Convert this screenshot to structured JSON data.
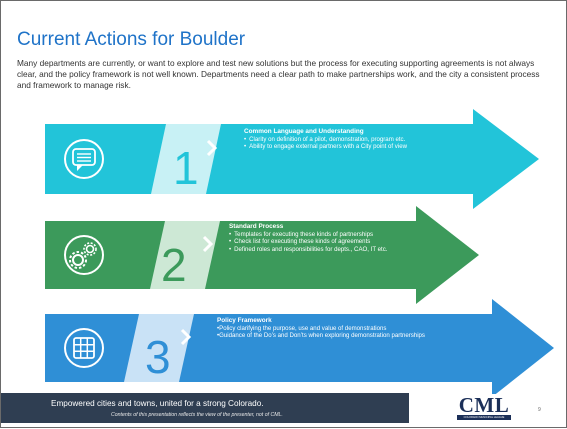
{
  "slide": {
    "title": "Current Actions for Boulder",
    "intro": "Many departments are currently, or want to explore and test new solutions but the process for executing supporting agreements is not always clear, and the policy framework is not well known. Departments need a clear path to make partnerships work, and the city a consistent process and framework to manage risk."
  },
  "rows": [
    {
      "number": "1",
      "icon": "chat-bubble-icon",
      "title": "Common Language and Understanding",
      "items": [
        "Clarity on definition of a pilot, demonstration, program etc.",
        "Ability to engage external partners with a City point of view"
      ],
      "color": "#22c4d9"
    },
    {
      "number": "2",
      "icon": "gears-icon",
      "title": "Standard Process",
      "items": [
        "Templates for executing these kinds of partnerships",
        "Check list for executing these kinds of agreements",
        "Defined roles and responsibilities for depts., CAO, IT etc."
      ],
      "color": "#3c9a5b"
    },
    {
      "number": "3",
      "icon": "grid-icon",
      "title": "Policy Framework",
      "items": [
        "Policy clarifying the purpose, use and value of demonstrations",
        "Guidance of the Do’s and Don’ts when exploring demonstration partnerships"
      ],
      "color": "#2f8fd6"
    }
  ],
  "footer": {
    "tagline": "Empowered cities and towns, united for a strong Colorado.",
    "disclaimer": "Contents of this presentation reflects the view of the presenter, not of CML.",
    "logo_text": "CML",
    "logo_subtext": "COLORADO MUNICIPAL LEAGUE",
    "page_number": "9"
  }
}
